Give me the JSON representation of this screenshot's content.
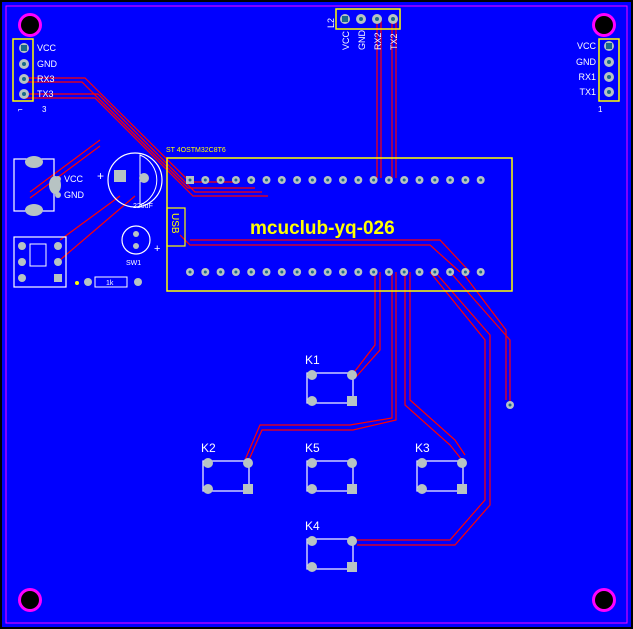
{
  "board": {
    "title": "mcuclub-yq-026",
    "usb_label": "USB",
    "module_silkscreen": "ST 4OSTM32C8T6",
    "colors": {
      "background": "#000000",
      "board_fill": "#0000ff",
      "edge": "#ff00ff",
      "trace": "#ff0000",
      "silkscreen": "#ffff00",
      "pad_ring": "#b7c3c3",
      "pad_hole": "#1a6a8a"
    }
  },
  "connectors": {
    "left_header": {
      "pins": [
        "VCC",
        "GND",
        "RX3",
        "TX3"
      ],
      "footer": "3"
    },
    "right_header": {
      "pins": [
        "VCC",
        "GND",
        "RX1",
        "TX1"
      ],
      "footer": "1"
    },
    "top_header": {
      "pins": [
        "VCC",
        "GND",
        "RX2",
        "TX2"
      ],
      "mark": "L2"
    },
    "power_header": {
      "pins": [
        "VCC",
        "GND"
      ]
    }
  },
  "components": {
    "capacitor_value": "220uF",
    "resistor_value": "1k",
    "button_label": "SW1",
    "plus_sign": "+"
  },
  "buttons": [
    "K1",
    "K2",
    "K5",
    "K3",
    "K4"
  ]
}
